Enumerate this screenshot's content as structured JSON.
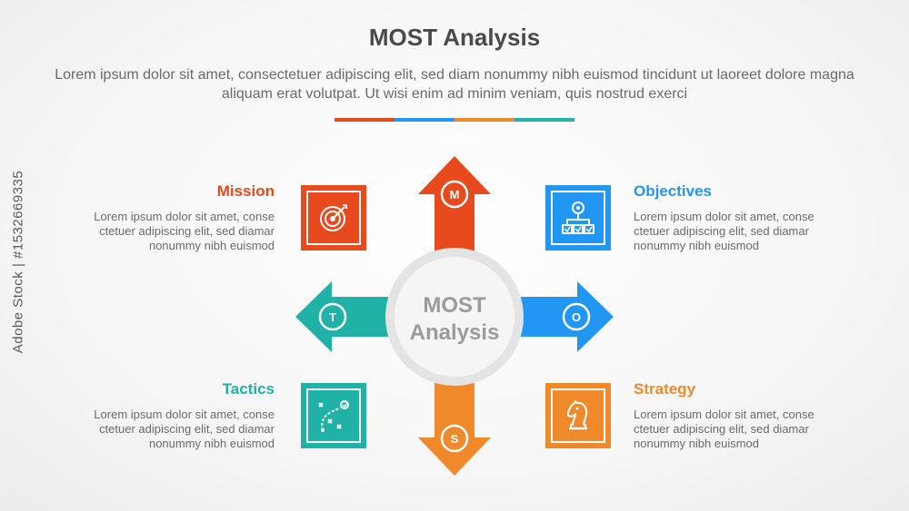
{
  "title": "MOST Analysis",
  "subtitle": "Lorem ipsum dolor sit amet, consectetuer adipiscing elit, sed diam nonummy nibh euismod tincidunt ut laoreet dolore magna aliquam erat volutpat. Ut wisi enim ad minim veniam, quis nostrud exerci",
  "divider_colors": [
    "#e8491d",
    "#2196f3",
    "#f0892a",
    "#20b2a6"
  ],
  "center": {
    "line1": "MOST",
    "line2": "Analysis"
  },
  "items": {
    "mission": {
      "heading": "Mission",
      "letter": "M",
      "color": "#e8491d",
      "icon": "target-icon",
      "desc": [
        "Lorem ipsum dolor sit amet, conse",
        "ctetuer adipiscing elit, sed diamar",
        "nonummy nibh euismod"
      ]
    },
    "objectives": {
      "heading": "Objectives",
      "letter": "O",
      "color": "#2196f3",
      "icon": "hierarchy-checklist-icon",
      "desc": [
        "Lorem ipsum dolor sit amet, conse",
        "ctetuer adipiscing elit, sed diamar",
        "nonummy nibh euismod"
      ]
    },
    "tactics": {
      "heading": "Tactics",
      "letter": "T",
      "color": "#20b2a6",
      "icon": "tactics-board-icon",
      "desc": [
        "Lorem ipsum dolor sit amet, conse",
        "ctetuer adipiscing elit, sed diamar",
        "nonummy nibh euismod"
      ]
    },
    "strategy": {
      "heading": "Strategy",
      "letter": "S",
      "color": "#f0892a",
      "icon": "chess-knight-icon",
      "desc": [
        "Lorem ipsum dolor sit amet, conse",
        "ctetuer adipiscing elit, sed diamar",
        "nonummy nibh euismod"
      ]
    }
  },
  "side_id": "Adobe Stock | #1532669335"
}
